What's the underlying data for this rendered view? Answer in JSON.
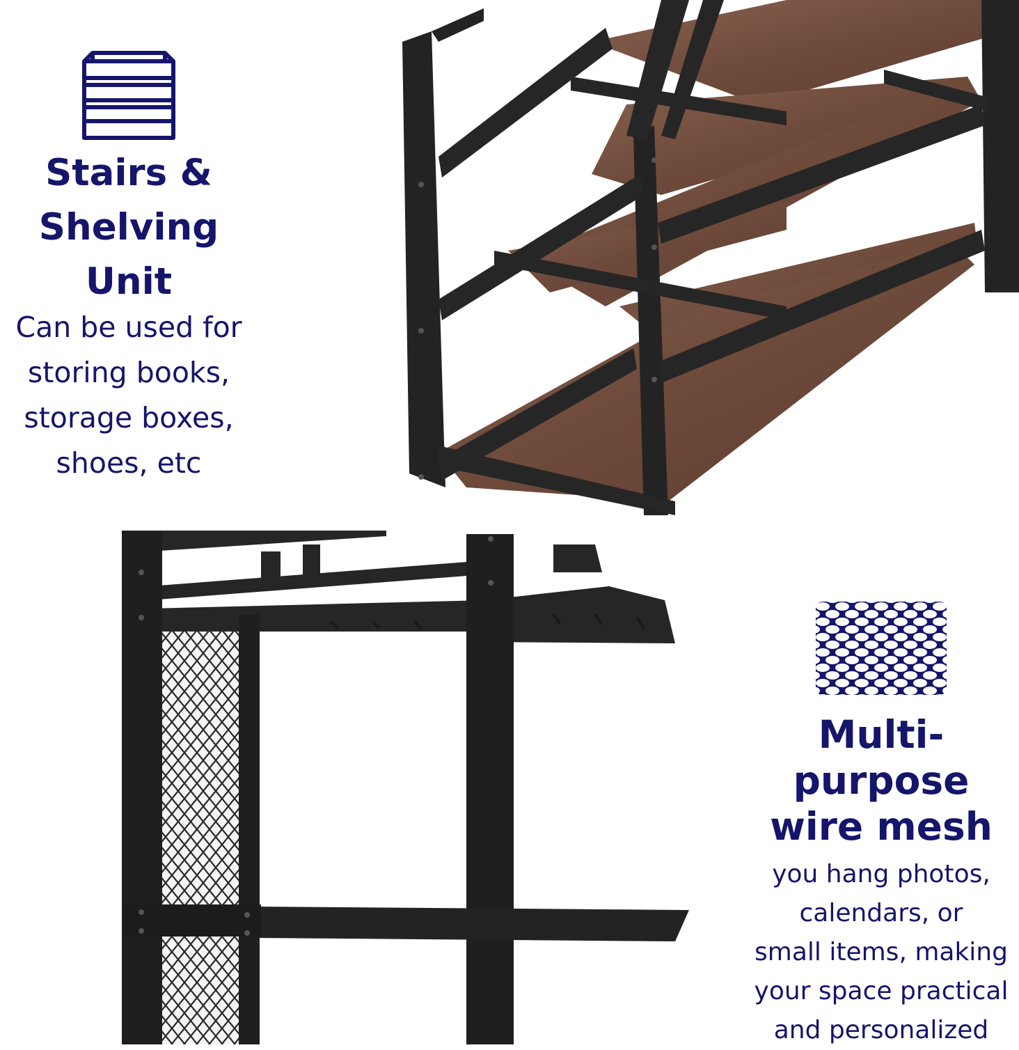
{
  "colors": {
    "accent": "#15156b",
    "frame": "#222222",
    "wood": "#7a5545"
  },
  "features": [
    {
      "icon": "shelf-stack-icon",
      "heading_lines": [
        "Stairs &",
        "Shelving Unit"
      ],
      "body_lines": [
        "Can be used for",
        "storing books,",
        "storage boxes,",
        "shoes, etc"
      ]
    },
    {
      "icon": "wire-mesh-icon",
      "heading_lines": [
        "Multi-purpose",
        "wire mesh"
      ],
      "body_lines": [
        "you hang photos,",
        "calendars, or",
        "small items, making",
        "your space practical",
        "and personalized"
      ]
    }
  ]
}
